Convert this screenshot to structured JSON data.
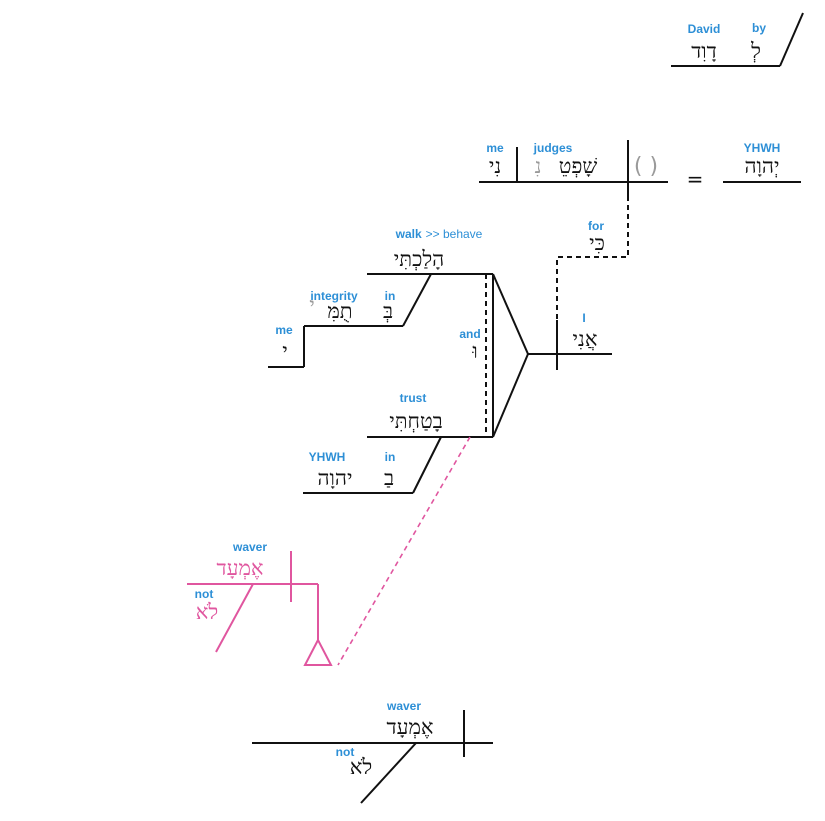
{
  "colors": {
    "gloss": "#2d8fd6",
    "hebrew": "#111111",
    "alternate": "#e0569f",
    "implied": "#9a9a9a",
    "background": "#ffffff"
  },
  "superscription": {
    "gloss_david": "David",
    "gloss_by": "by",
    "word_david": "דָוִד",
    "word_by": "לְ"
  },
  "main_clause": {
    "gloss_me": "me",
    "gloss_judges": "judges",
    "gloss_yhwh": "YHWH",
    "word_me": "נִי",
    "word_judges": "שָׁפְטֵ",
    "word_implied": "נִ",
    "implied_subject": "( )",
    "word_yhwh": "יְהוָה",
    "equals": "="
  },
  "for_clause": {
    "gloss_for": "for",
    "word_for": "כִּי",
    "gloss_i": "I",
    "word_i": "אֲנִי",
    "gloss_and": "and",
    "word_and": "וּ"
  },
  "walk_clause": {
    "gloss_walk": "walk",
    "gloss_behave": ">> behave",
    "word_walk": "הָלַכְתִּי",
    "gloss_integrity": "integrity",
    "gloss_in": "in",
    "word_integrity": "תֻמִּ",
    "word_integrity_suffix": "י",
    "word_in": "בְּ",
    "gloss_me": "me",
    "word_me": "י"
  },
  "trust_clause": {
    "gloss_trust": "trust",
    "word_trust": "בָטַחְתִּי",
    "gloss_yhwh": "YHWH",
    "gloss_in": "in",
    "word_yhwh": "יהוָה",
    "word_in": "בַ"
  },
  "alternate_clause": {
    "gloss_waver": "waver",
    "word_waver": "אֶמְעָד",
    "gloss_not": "not",
    "word_not": "לֹא"
  },
  "final_clause": {
    "gloss_waver": "waver",
    "word_waver": "אֶמְעָד",
    "gloss_not": "not",
    "word_not": "לֹא"
  }
}
